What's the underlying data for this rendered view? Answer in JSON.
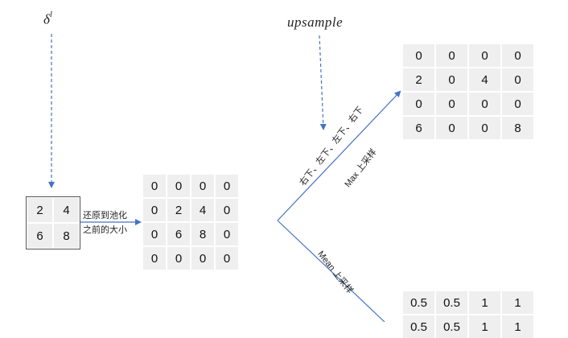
{
  "labels": {
    "delta": "δ",
    "delta_sup": "l",
    "upsample": "upsample",
    "restore_line1": "还原到池化",
    "restore_line2": "之前的大小",
    "order_text": "右下、左下、左下、右下",
    "max_text": "Max 上采样",
    "mean_text": "Mean 上采样"
  },
  "matrices": {
    "delta": [
      [
        "2",
        "4"
      ],
      [
        "6",
        "8"
      ]
    ],
    "restored": [
      [
        "0",
        "0",
        "0",
        "0"
      ],
      [
        "0",
        "2",
        "4",
        "0"
      ],
      [
        "0",
        "6",
        "8",
        "0"
      ],
      [
        "0",
        "0",
        "0",
        "0"
      ]
    ],
    "max_upsample": [
      [
        "0",
        "0",
        "0",
        "0"
      ],
      [
        "2",
        "0",
        "4",
        "0"
      ],
      [
        "0",
        "0",
        "0",
        "0"
      ],
      [
        "6",
        "0",
        "0",
        "8"
      ]
    ],
    "mean_upsample": [
      [
        "0.5",
        "0.5",
        "1",
        "1"
      ],
      [
        "0.5",
        "0.5",
        "1",
        "1"
      ]
    ]
  },
  "colors": {
    "arrow": "#4472c4",
    "cell_bg": "#efefef"
  }
}
